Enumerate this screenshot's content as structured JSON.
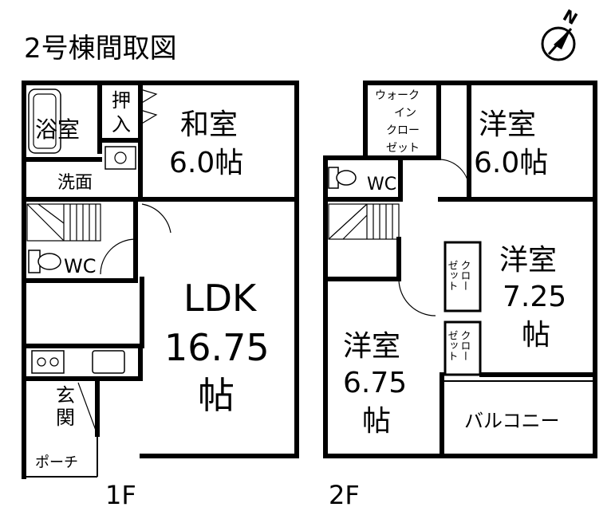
{
  "title": "2号棟間取図",
  "compass": {
    "label": "N",
    "icon": "north-arrow-icon"
  },
  "floor1": {
    "floor_label": "1F",
    "bath": "浴室",
    "closet_top": "押",
    "closet_bottom": "入",
    "washroom": "洗面",
    "wc": "WC",
    "japanese_room": {
      "name": "和室",
      "size": "6.0帖"
    },
    "ldk": {
      "name": "LDK",
      "size": "16.75",
      "unit": "帖"
    },
    "entrance": [
      "玄",
      "関"
    ],
    "porch": "ポーチ"
  },
  "floor2": {
    "floor_label": "2F",
    "walk_in_closet": [
      "ウォーク",
      "イン",
      "クロー",
      "ゼット"
    ],
    "wc": "WC",
    "room1": {
      "name": "洋室",
      "size": "6.0帖"
    },
    "room2": {
      "name": "洋室",
      "size": "7.25",
      "unit": "帖"
    },
    "room3": {
      "name": "洋室",
      "size": "6.75",
      "unit": "帖"
    },
    "closet_a": [
      "クロー",
      "ゼット"
    ],
    "closet_b": [
      "クロー",
      "ゼット"
    ],
    "balcony": "バルコニー"
  }
}
